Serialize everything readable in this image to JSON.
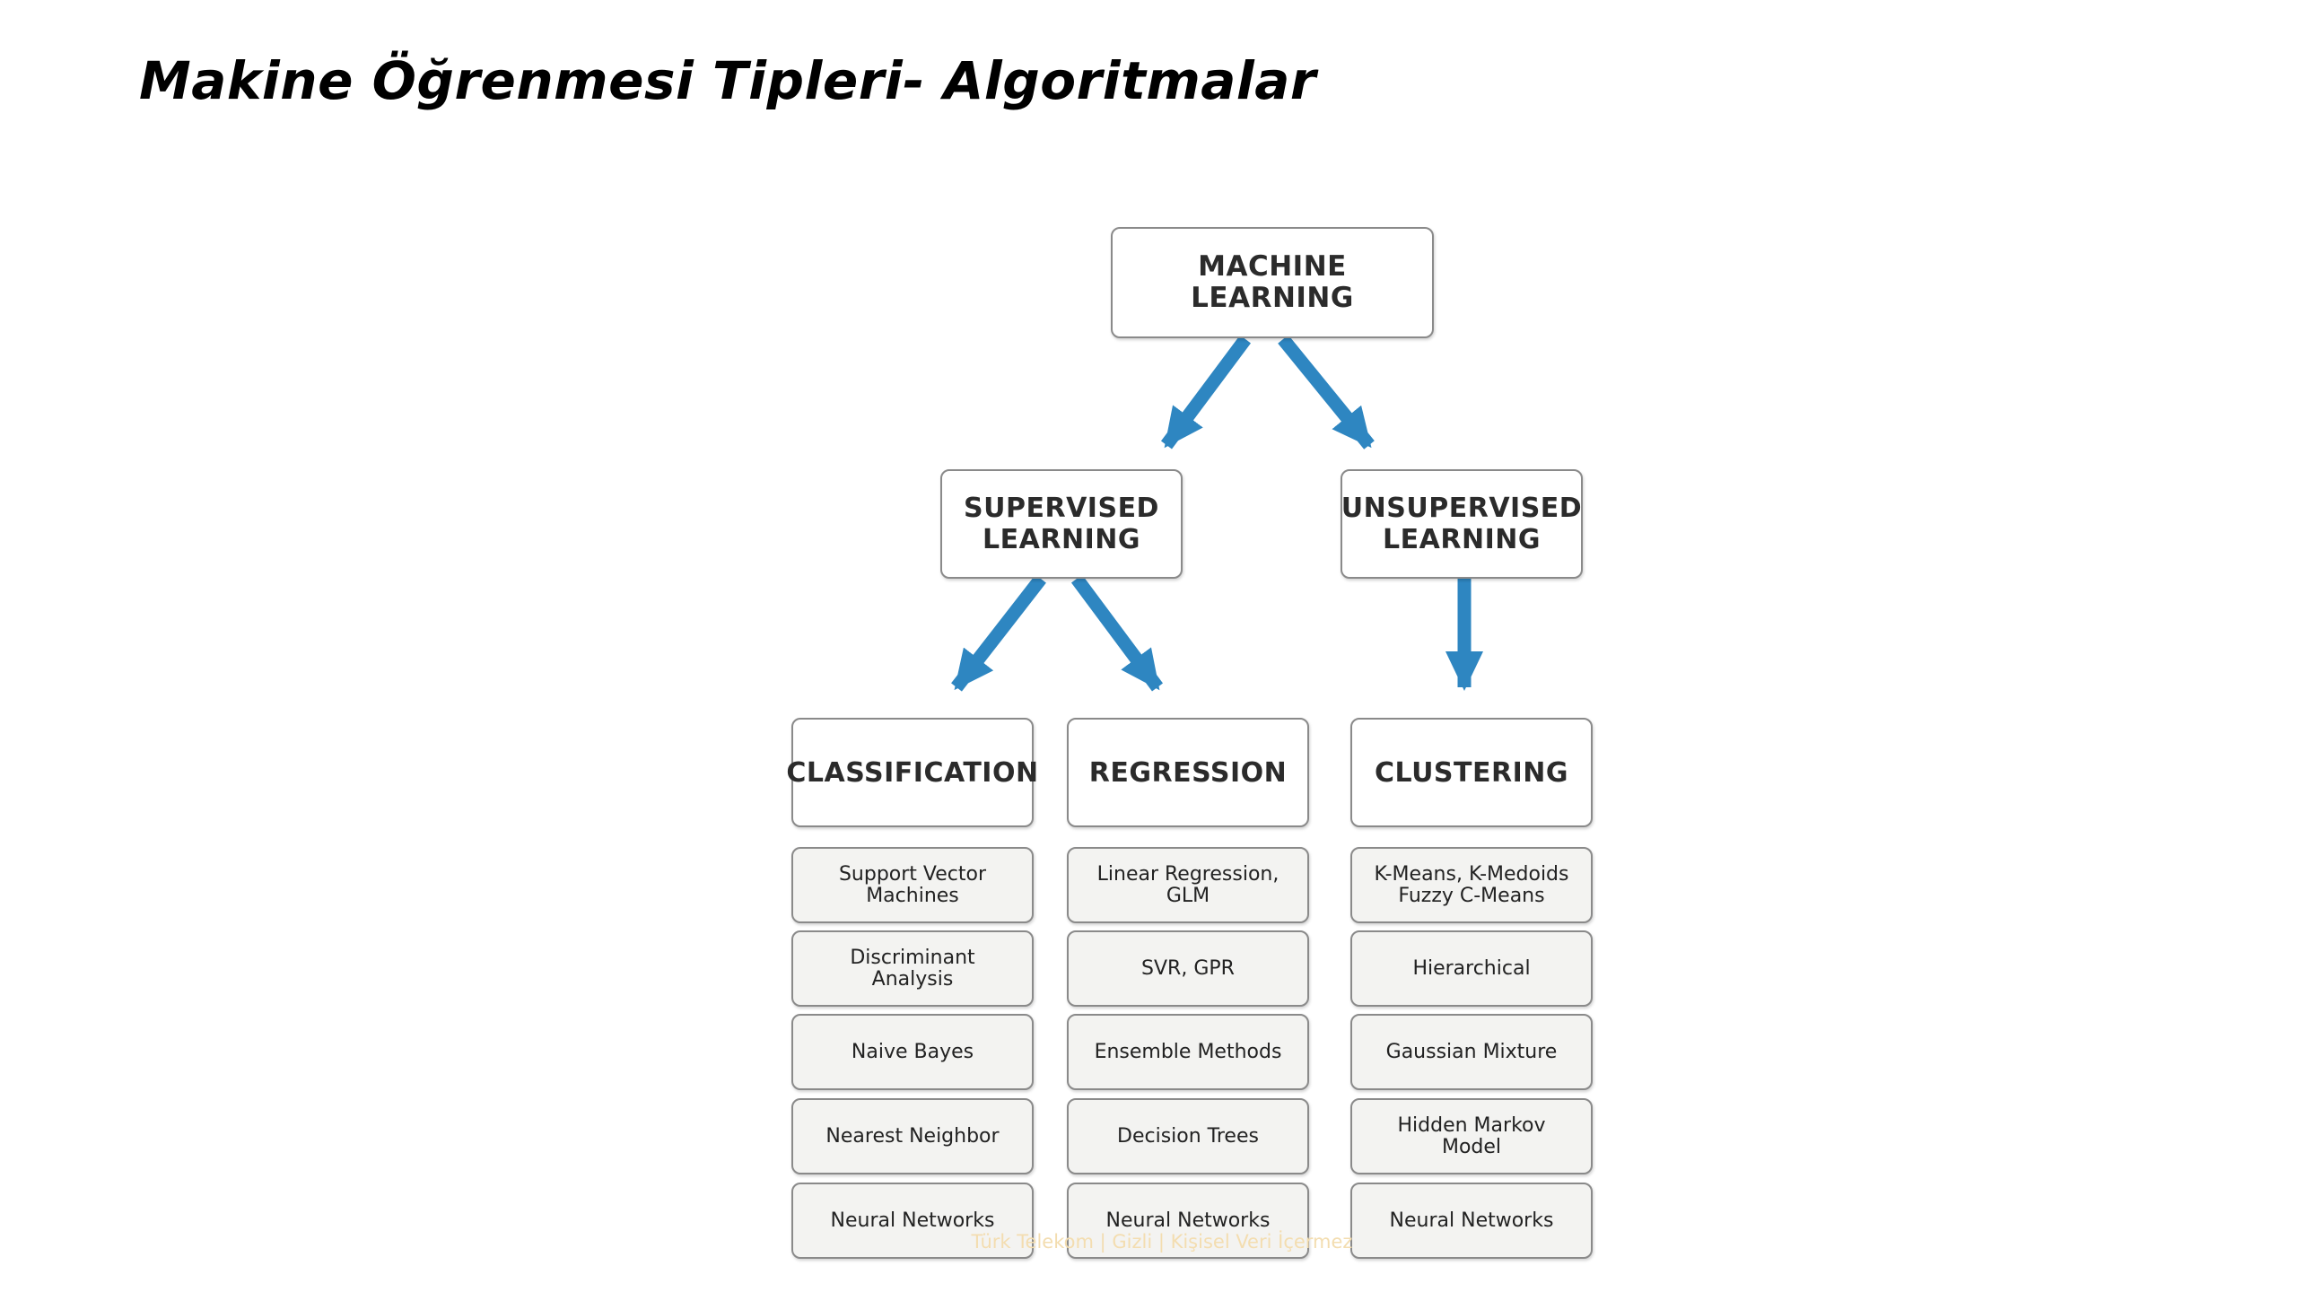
{
  "title": "Makine Öğrenmesi Tipleri- Algoritmalar",
  "colors": {
    "arrow": "#2e86c1",
    "box_border": "#8a8a8a",
    "leaf_fill": "#f3f3f1",
    "watermark": "#f3ddb0"
  },
  "diagram": {
    "root": "MACHINE LEARNING",
    "supervised": "SUPERVISED\nLEARNING",
    "unsupervised": "UNSUPERVISED\nLEARNING",
    "classification": {
      "label": "CLASSIFICATION",
      "items": [
        "Support Vector\nMachines",
        "Discriminant\nAnalysis",
        "Naive Bayes",
        "Nearest Neighbor",
        "Neural Networks"
      ]
    },
    "regression": {
      "label": "REGRESSION",
      "items": [
        "Linear Regression,\nGLM",
        "SVR, GPR",
        "Ensemble Methods",
        "Decision Trees",
        "Neural Networks"
      ]
    },
    "clustering": {
      "label": "CLUSTERING",
      "items": [
        "K-Means, K-Medoids\nFuzzy C-Means",
        "Hierarchical",
        "Gaussian Mixture",
        "Hidden Markov\nModel",
        "Neural Networks"
      ]
    }
  },
  "watermark": "Türk Telekom | Gizli | Kişisel Veri İçermez"
}
